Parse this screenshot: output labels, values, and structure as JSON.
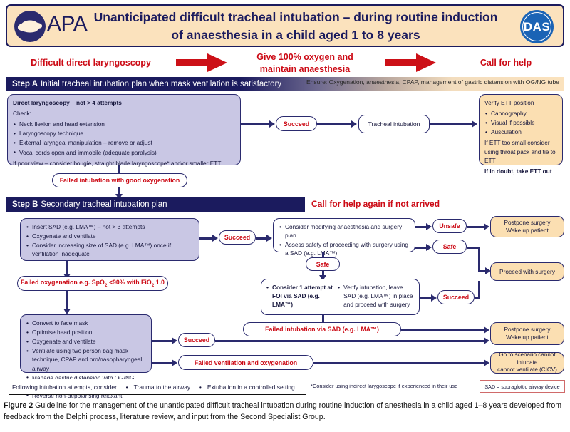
{
  "header": {
    "title": "Unanticipated difficult tracheal intubation – during routine induction of anaesthesia in a child aged 1 to 8 years",
    "apa_logo_text": "APA",
    "das_logo_text": "DAS"
  },
  "top_row": {
    "step1": "Difficult direct laryngoscopy",
    "step2_line1": "Give 100% oxygen and",
    "step2_line2": "maintain anaesthesia",
    "step3": "Call for help"
  },
  "step_a": {
    "label": "Step A",
    "title": "Initial tracheal intubation plan when mask ventilation is satisfactory",
    "ensure_note": "Ensure: Oxygenation, anaesthesia, CPAP, management of gastric distension with OG/NG tube",
    "main_box": {
      "heading": "Direct laryngoscopy – not > 4 attempts",
      "check_label": "Check:",
      "items": [
        "Neck flexion and head extension",
        "Laryngoscopy technique",
        "External laryngeal manipulation – remove or adjust",
        "Vocal cords open and immobile (adequate paralysis)"
      ],
      "footer": "If poor view – consider bougie, straight blade laryngoscope* and/or smaller ETT"
    },
    "succeed_pill": "Succeed",
    "tracheal_intubation": "Tracheal intubation",
    "verify_box": {
      "heading": "Verify ETT position",
      "items": [
        "Capnography",
        "Visual if possible",
        "Ausculation"
      ],
      "note": "If ETT too small consider using throat pack and tie to ETT",
      "bold_note": "If in doubt, take ETT out"
    },
    "failed_pill": "Failed intubation with good oxygenation"
  },
  "step_b": {
    "label": "Step B",
    "title": "Secondary tracheal intubation plan",
    "call_help_again": "Call for help again if not arrived",
    "sad_box": {
      "items": [
        "Insert SAD (e.g. LMA™) – not > 3 attempts",
        "Oxygenate and ventilate",
        "Consider increasing size of SAD (e.g. LMA™) once if ventilation inadequate"
      ]
    },
    "succeed_pill_1": "Succeed",
    "assess_box": {
      "items": [
        "Consider modifying anaesthesia and surgery plan",
        "Assess safety of proceeding with surgery using a SAD (e.g. LMA™)"
      ]
    },
    "unsafe_pill": "Unsafe",
    "safe_pill_right": "Safe",
    "safe_pill_mid": "Safe",
    "postpone_box_line1": "Postpone surgery",
    "postpone_box_line2": "Wake up patient",
    "proceed_box": "Proceed with surgery",
    "foi_box": {
      "left_item": "Consider 1 attempt at FOI via SAD (e.g. LMA™)",
      "right_item": "Verify intubation, leave SAD (e.g. LMA™) in place and proceed with surgery"
    },
    "succeed_pill_2": "Succeed",
    "failed_sad_pill": "Failed intubation via SAD (e.g. LMA™)",
    "failed_oxygenation_pill": "Failed oxygenation e.g. SpO2 <90% with FiO2 1.0",
    "facemask_box": {
      "items": [
        "Convert to face mask",
        "Optimise head position",
        "Oxygenate and ventilate",
        "Ventilate using two person bag mask technique, CPAP and oro/nasopharyngeal airway",
        "Manage gastric distension with OG/NG tube",
        "Reverse non-depolarising relaxant"
      ]
    },
    "succeed_pill_3": "Succeed",
    "failed_vent_pill": "Failed ventilation and oxygenation",
    "postpone_box2_line1": "Postpone surgery",
    "postpone_box2_line2": "Wake up patient",
    "cicv_box_line1": "Go to scenario cannot intubate",
    "cicv_box_line2": "cannot ventilate (CICV)"
  },
  "footer": {
    "strip_label": "Following intubation attempts, consider",
    "strip_item_1": "Trauma to the airway",
    "strip_item_2": "Extubation in a controlled setting",
    "footnote": "*Consider using indirect larygoscope if experienced in their use",
    "sad_legend": "SAD = supraglottic airway device"
  },
  "caption": {
    "figure_number": "Figure 2",
    "text": "Guideline for the management of the unanticipated difficult tracheal intubation during routine induction of anesthesia in a child aged 1–8 years developed from feedback from the Delphi process, literature review, and input from the Second Specialist Group."
  },
  "colors": {
    "navy": "#1b1b5e",
    "red": "#cc0a15",
    "peach": "#fbdfb2",
    "lilac": "#c9c7e4",
    "banner_bg": "#fbe2bd"
  }
}
